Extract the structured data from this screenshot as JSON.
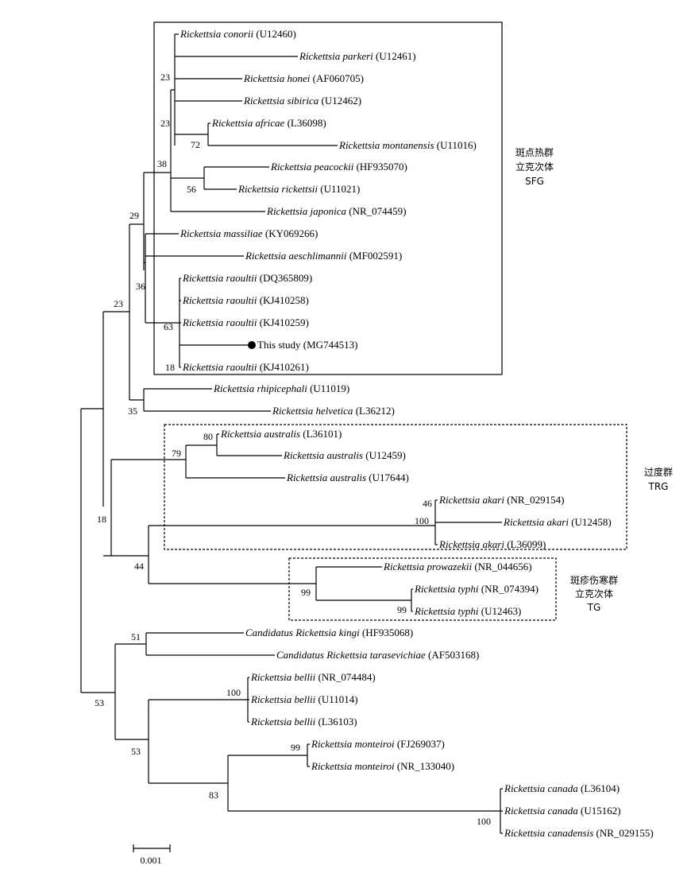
{
  "taxa": [
    {
      "species": "Rickettsia conorii",
      "accession": "(U12460)"
    },
    {
      "species": "Rickettsia parkeri",
      "accession": "(U12461)"
    },
    {
      "species": "Rickettsia honei",
      "accession": "(AF060705)"
    },
    {
      "species": "Rickettsia sibirica",
      "accession": "(U12462)"
    },
    {
      "species": "Rickettsia africae",
      "accession": "(L36098)"
    },
    {
      "species": "Rickettsia montanensis",
      "accession": "(U11016)"
    },
    {
      "species": "Rickettsia peacockii",
      "accession": "(HF935070)"
    },
    {
      "species": "Rickettsia rickettsii",
      "accession": "(U11021)"
    },
    {
      "species": "Rickettsia japonica",
      "accession": "(NR_074459)"
    },
    {
      "species": "Rickettsia massiliae",
      "accession": "(KY069266)"
    },
    {
      "species": "Rickettsia aeschlimannii",
      "accession": "(MF002591)"
    },
    {
      "species": "Rickettsia raoultii",
      "accession": "(DQ365809)"
    },
    {
      "species": "Rickettsia raoultii",
      "accession": "(KJ410258)"
    },
    {
      "species": "Rickettsia raoultii",
      "accession": "(KJ410259)"
    },
    {
      "species": "This study",
      "accession": "(MG744513)"
    },
    {
      "species": "Rickettsia raoultii",
      "accession": "(KJ410261)"
    },
    {
      "species": "Rickettsia rhipicephali",
      "accession": "(U11019)"
    },
    {
      "species": "Rickettsia helvetica",
      "accession": "(L36212)"
    },
    {
      "species": "Rickettsia australis",
      "accession": "(L36101)"
    },
    {
      "species": "Rickettsia australis",
      "accession": "(U12459)"
    },
    {
      "species": "Rickettsia australis",
      "accession": "(U17644)"
    },
    {
      "species": "Rickettsia akari",
      "accession": "(NR_029154)"
    },
    {
      "species": "Rickettsia akari",
      "accession": "(U12458)"
    },
    {
      "species": "Rickettsia akari",
      "accession": "(L36099)"
    },
    {
      "species": "Rickettsia prowazekii",
      "accession": "(NR_044656)"
    },
    {
      "species": "Rickettsia typhi",
      "accession": "(NR_074394)"
    },
    {
      "species": "Rickettsia typhi",
      "accession": "(U12463)"
    },
    {
      "species": "Candidatus Rickettsia kingi",
      "accession": "(HF935068)"
    },
    {
      "species": "Candidatus Rickettsia tarasevichiae",
      "accession": "(AF503168)"
    },
    {
      "species": "Rickettsia bellii",
      "accession": "(NR_074484)"
    },
    {
      "species": "Rickettsia bellii",
      "accession": "(U11014)"
    },
    {
      "species": "Rickettsia bellii",
      "accession": "(L36103)"
    },
    {
      "species": "Rickettsia monteiroi",
      "accession": "(FJ269037)"
    },
    {
      "species": "Rickettsia monteiroi",
      "accession": "(NR_133040)"
    },
    {
      "species": "Rickettsia canada",
      "accession": "(L36104)"
    },
    {
      "species": "Rickettsia canada",
      "accession": "(U15162)"
    },
    {
      "species": "Rickettsia canadensis",
      "accession": "(NR_029155)"
    }
  ],
  "bootstrap": [
    "23",
    "23",
    "72",
    "38",
    "56",
    "29",
    "36",
    "63",
    "18",
    "23",
    "35",
    "80",
    "79",
    "46",
    "100",
    "18",
    "44",
    "99",
    "99",
    "51",
    "53",
    "100",
    "53",
    "99",
    "83",
    "100"
  ],
  "groups": {
    "sfg": {
      "line1": "斑点热群",
      "line2": "立克次体",
      "line3": "SFG"
    },
    "trg": {
      "line1": "过度群",
      "line2": "TRG"
    },
    "tg": {
      "line1": "斑疹伤寒群",
      "line2": "立克次体",
      "line3": "TG"
    }
  },
  "scale_bar": {
    "label": "0.001"
  }
}
